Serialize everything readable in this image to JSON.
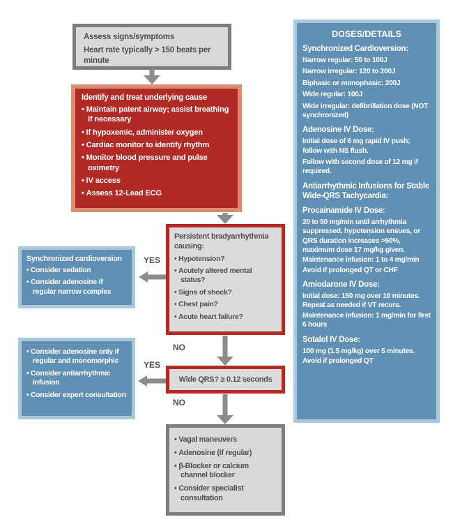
{
  "colors": {
    "red": "#b22a26",
    "salmon": "#d98d71",
    "blue": "#6090b3",
    "lightblue": "#aac8dc",
    "grayfill": "#d9d9d9",
    "grayborder": "#7d7d7d",
    "boxgray": "#dcdcdc",
    "arrow": "#8c8c8c",
    "darktext": "#4f4f4f"
  },
  "flowchart": {
    "assess": {
      "title": "Assess signs/symptoms",
      "body": "Heart rate typically > 150 beats per minute"
    },
    "identify": {
      "title": "Identify and treat underlying cause",
      "bullets": [
        "Maintain patent airway; assist breathing if necessary",
        "If hypoxemic, administer oxygen",
        "Cardiac monitor to identify rhythm",
        "Monitor blood pressure and pulse oximetry",
        "IV access",
        "Assess 12-Lead ECG"
      ]
    },
    "persistent": {
      "title": "Persistent bradyarrhythmia causing:",
      "bullets": [
        "Hypotension?",
        "Acutely altered mental status?",
        "Signs of shock?",
        "Chest pain?",
        "Acute heart failure?"
      ]
    },
    "sync": {
      "title": "Synchronized cardioversion",
      "bullets": [
        "Consider sedation",
        "Consider adenosine if regular narrow complex"
      ]
    },
    "wide_qrs": {
      "label": "Wide QRS? ≥ 0.12 seconds"
    },
    "adenosine": {
      "bullets": [
        "Consider adenosine only if regular and monomorphic",
        "Consider antiarrhythmic infusion",
        "Consider expert consultation"
      ]
    },
    "vagal": {
      "bullets": [
        "Vagal maneuvers",
        "Adenosine (if regular)",
        "β-Blocker or calcium channel blocker",
        "Consider specialist consultation"
      ]
    },
    "labels": {
      "yes1": "YES",
      "no1": "NO",
      "yes2": "YES",
      "no2": "NO"
    }
  },
  "doses_panel": {
    "title": "DOSES/DETAILS",
    "lines": [
      {
        "type": "header",
        "text": "Synchronized Cardioversion:"
      },
      {
        "type": "body",
        "text": "Narrow regular: 50 to 100J"
      },
      {
        "type": "body",
        "text": "Narrow irregular: 120 to 200J"
      },
      {
        "type": "body",
        "text": "Biphasic or monophasic: 200J"
      },
      {
        "type": "body",
        "text": "Wide regular: 100J"
      },
      {
        "type": "body",
        "text": "Wide irregular: defibrillation dose (NOT synchronized)"
      },
      {
        "type": "header",
        "text": "Adenosine IV Dose:"
      },
      {
        "type": "body",
        "text": "Initial dose of 6 mg rapid IV push; follow with NS flush."
      },
      {
        "type": "body",
        "text": "Follow with second dose of 12 mg if required."
      },
      {
        "type": "header",
        "text": "Antiarrhythmic Infusions for Stable Wide-QRS Tachycardia:"
      },
      {
        "type": "header",
        "text": "Procainamide IV Dose:"
      },
      {
        "type": "body",
        "text": "20 to 50 mg/min until arrhythmia suppressed, hypotension ensues, or QRS duration increases >50%, maximum dose 17 mg/kg given."
      },
      {
        "type": "body tight",
        "text": "Maintenance infusion: 1 to 4 mg/min"
      },
      {
        "type": "body tight",
        "text": "Avoid if prolonged QT or CHF"
      },
      {
        "type": "header",
        "text": "Amiodarone IV Dose:"
      },
      {
        "type": "body",
        "text": "Initial dose: 150 mg over 10 minutes. Repeat as needed if VT recurs."
      },
      {
        "type": "body tight",
        "text": "Maintenance infusion: 1 mg/min for first 6 hours"
      },
      {
        "type": "header",
        "text": "Sotalol IV Dose:"
      },
      {
        "type": "body",
        "text": "100 mg (1.5 mg/kg) over 5 minutes."
      },
      {
        "type": "body tight",
        "text": "Avoid if prolonged QT"
      }
    ]
  }
}
